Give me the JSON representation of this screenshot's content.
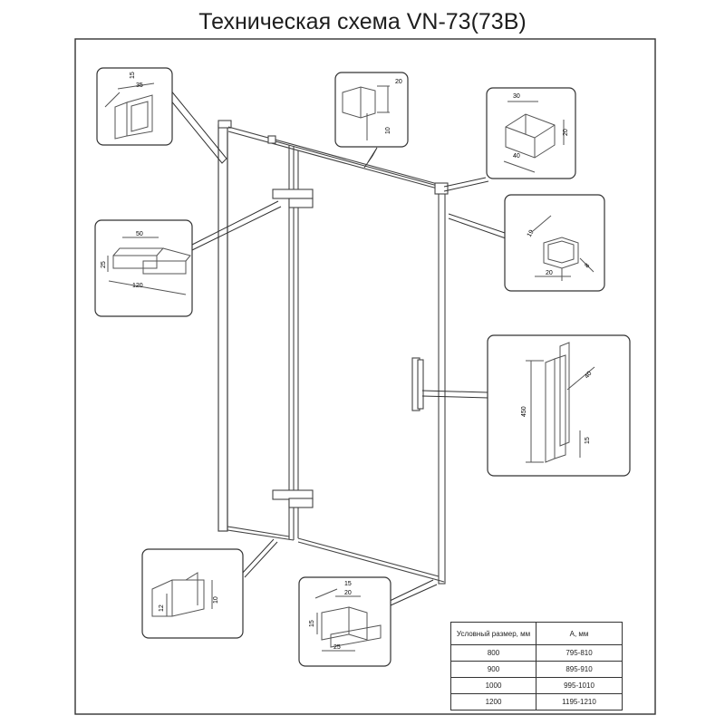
{
  "title": "Техническая схема VN-73(73B)",
  "callouts": {
    "profile_wall": {
      "dims": [
        "15",
        "35"
      ]
    },
    "top_rail": {
      "dims": [
        "20",
        "10"
      ]
    },
    "connector": {
      "dims": [
        "30",
        "20",
        "40"
      ]
    },
    "hinge": {
      "dims": [
        "50",
        "25",
        "120"
      ]
    },
    "wall_bracket": {
      "dims": [
        "19",
        "20",
        "8"
      ]
    },
    "handle": {
      "dims": [
        "450",
        "40",
        "15"
      ]
    },
    "bottom_seal": {
      "dims": [
        "12",
        "10"
      ]
    },
    "bottom_stop": {
      "dims": [
        "15",
        "20",
        "15",
        "25"
      ]
    }
  },
  "size_table": {
    "headers": [
      "Условный размер, мм",
      "А, мм"
    ],
    "rows": [
      [
        "800",
        "795-810"
      ],
      [
        "900",
        "895-910"
      ],
      [
        "1000",
        "995-1010"
      ],
      [
        "1200",
        "1195-1210"
      ]
    ]
  }
}
